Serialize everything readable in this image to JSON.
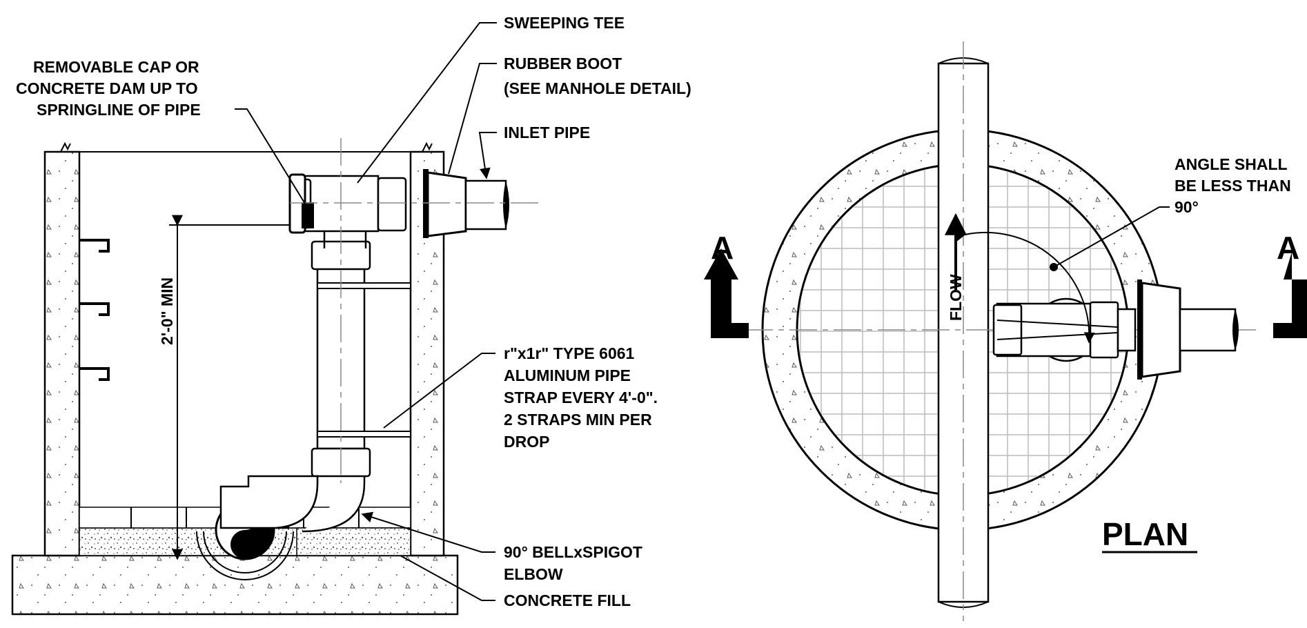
{
  "section_labels": {
    "sweeping_tee": "SWEEPING TEE",
    "rubber_boot_1": "RUBBER BOOT",
    "rubber_boot_2": "(SEE MANHOLE DETAIL)",
    "inlet_pipe": "INLET PIPE",
    "removable_cap_1": "REMOVABLE CAP OR",
    "removable_cap_2": "CONCRETE DAM UP TO",
    "removable_cap_3": "SPRINGLINE OF PIPE",
    "dimension": "2'-0\" MIN",
    "strap_1": "r\"x1r\" TYPE 6061",
    "strap_2": "ALUMINUM PIPE",
    "strap_3": "STRAP EVERY 4'-0\".",
    "strap_4": "2 STRAPS MIN PER",
    "strap_5": "DROP",
    "elbow_1": "90° BELLxSPIGOT",
    "elbow_2": "ELBOW",
    "concrete_fill": "CONCRETE FILL"
  },
  "plan_labels": {
    "angle_1": "ANGLE SHALL",
    "angle_2": "BE LESS THAN",
    "angle_3": "90°",
    "flow": "FLOW",
    "section_mark_left": "A",
    "section_mark_right": "A",
    "title": "PLAN"
  },
  "colors": {
    "line": "#000000",
    "centerline": "#888888",
    "grid": "#bbbbbb",
    "fill": "#9a9a9a"
  }
}
